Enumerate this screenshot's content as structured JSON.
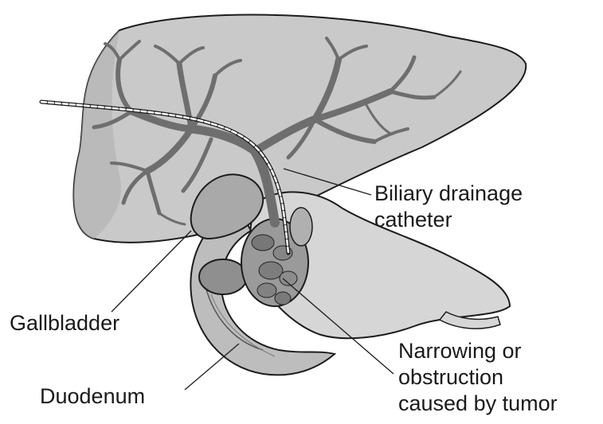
{
  "labels": {
    "catheter": {
      "line1": "Biliary drainage",
      "line2": "catheter"
    },
    "gallbladder": "Gallbladder",
    "duodenum": "Duodenum",
    "narrowing": {
      "line1": "Narrowing or",
      "line2": "obstruction",
      "line3": "caused by tumor"
    }
  },
  "colors": {
    "liver_fill": "#c9c9c9",
    "duct_fill": "#6e6e6e",
    "outline": "#1c1c1c",
    "catheter": "#ffffff",
    "leader_line": "#222222"
  }
}
